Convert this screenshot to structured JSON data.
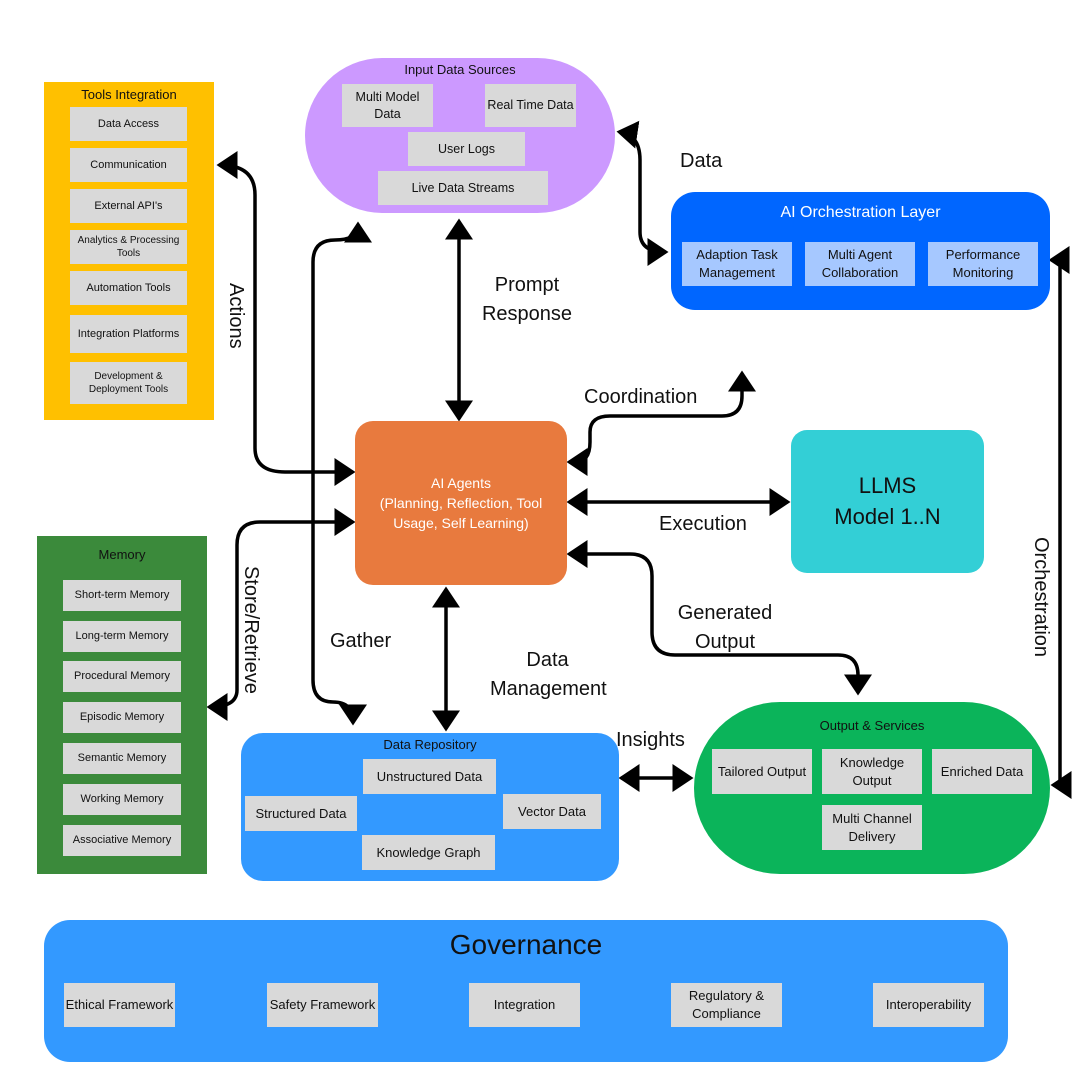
{
  "colors": {
    "tools_bg": "#ffc000",
    "memory_bg": "#3b8a3b",
    "input_bg": "#cc99ff",
    "orchestration_bg": "#0066ff",
    "agents_bg": "#e87a3e",
    "llm_bg": "#33cfd6",
    "repo_bg": "#3399ff",
    "output_bg": "#0bb45a",
    "governance_bg": "#3399ff",
    "item_bg": "#d9d9d9",
    "orch_item_bg": "#a6c8ff"
  },
  "tools": {
    "title": "Tools Integration",
    "items": [
      "Data Access",
      "Communication",
      "External API's",
      "Analytics & Processing Tools",
      "Automation Tools",
      "Integration Platforms",
      "Development & Deployment Tools"
    ]
  },
  "memory": {
    "title": "Memory",
    "items": [
      "Short-term Memory",
      "Long-term Memory",
      "Procedural Memory",
      "Episodic Memory",
      "Semantic Memory",
      "Working Memory",
      "Associative Memory"
    ]
  },
  "input": {
    "title": "Input Data Sources",
    "items": [
      "Multi Model Data",
      "Real Time Data",
      "User Logs",
      "Live Data Streams"
    ]
  },
  "orchestration": {
    "title": "AI Orchestration Layer",
    "items": [
      "Adaption Task Management",
      "Multi Agent Collaboration",
      "Performance Monitoring"
    ]
  },
  "agents": {
    "title": "AI Agents",
    "subtitle": "(Planning, Reflection, Tool Usage, Self Learning)"
  },
  "llm": {
    "line1": "LLMS",
    "line2": "Model 1..N"
  },
  "repository": {
    "title": "Data Repository",
    "items": [
      "Unstructured Data",
      "Structured Data",
      "Vector Data",
      "Knowledge Graph"
    ]
  },
  "output": {
    "title": "Output & Services",
    "items": [
      "Tailored Output",
      "Knowledge Output",
      "Enriched Data",
      "Multi Channel Delivery"
    ]
  },
  "governance": {
    "title": "Governance",
    "items": [
      "Ethical Framework",
      "Safety Framework",
      "Integration",
      "Regulatory & Compliance",
      "Interoperability"
    ]
  },
  "labels": {
    "data": "Data",
    "prompt_response": "Prompt Response",
    "actions": "Actions",
    "coordination": "Coordination",
    "execution": "Execution",
    "store_retrieve": "Store/Retrieve",
    "gather": "Gather",
    "data_management": "Data Management",
    "generated_output": "Generated Output",
    "insights": "Insights",
    "orchestration": "Orchestration"
  }
}
